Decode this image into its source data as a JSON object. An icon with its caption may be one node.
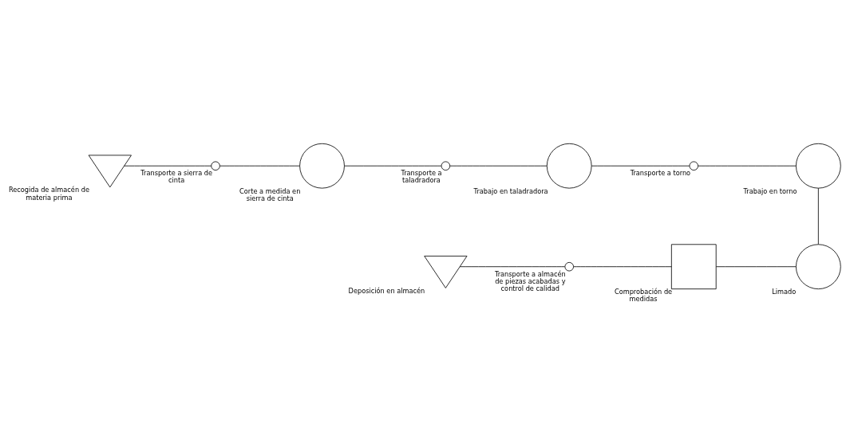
{
  "diagram": {
    "nodes": [
      {
        "text": [
          "Recogida de almacén de materia prima"
        ]
      },
      {
        "text": [
          "Transporte a sierra de cinta"
        ]
      },
      {
        "text": [
          "Corte a medida en sierra de cinta"
        ]
      },
      {
        "text": [
          "Transporte a taladradora"
        ]
      },
      {
        "text": [
          "Trabajo en taladradora"
        ]
      },
      {
        "text": [
          "Transporte a torno"
        ]
      },
      {
        "text": [
          "Trabajo en torno"
        ]
      },
      {
        "text": [
          "Limado"
        ]
      },
      {
        "text": [
          "Comprobación de medidas"
        ]
      },
      {
        "text": [
          "Transporte a almacén de piezas acabadas y control de calidad"
        ]
      },
      {
        "text": [
          "Deposición en almacén"
        ]
      }
    ],
    "edges": [
      {
        "from": 0,
        "to": 1,
        "arrow": "none"
      },
      {
        "from": 1,
        "to": 2,
        "arrow": "none"
      },
      {
        "from": 2,
        "to": 3,
        "arrow": "none"
      },
      {
        "from": 3,
        "to": 4,
        "arrow": "none"
      },
      {
        "from": 4,
        "to": 5,
        "arrow": "none"
      },
      {
        "from": 5,
        "to": 6,
        "arrow": "none"
      },
      {
        "from": 6,
        "to": 7,
        "arrow": "none"
      },
      {
        "from": 7,
        "to": 8,
        "arrow": "none"
      },
      {
        "from": 8,
        "to": 9,
        "arrow": "none"
      },
      {
        "from": 9,
        "to": 10,
        "arrow": "none"
      }
    ]
  }
}
